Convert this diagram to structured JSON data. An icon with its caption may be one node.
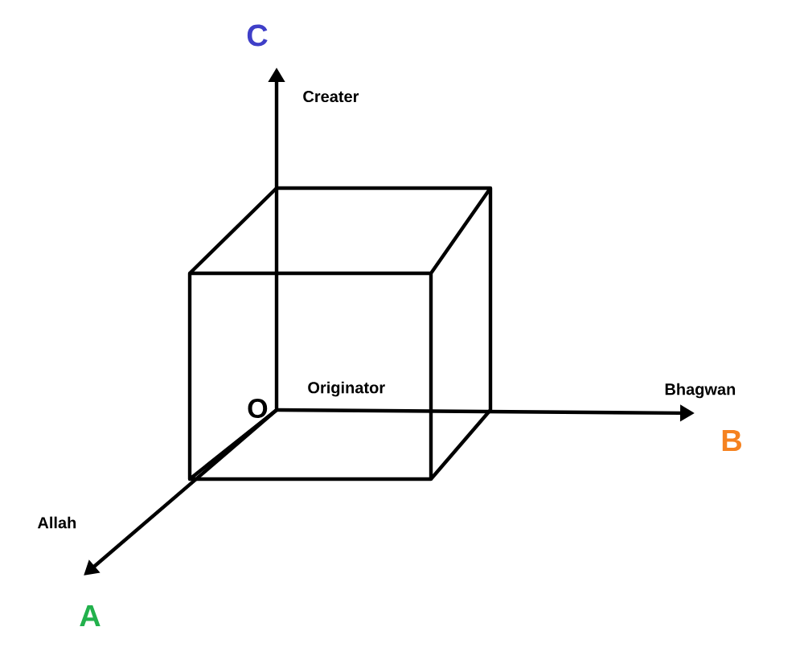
{
  "diagram": {
    "nodes": [
      {
        "text": [
          "O"
        ],
        "beside": [
          "Originator"
        ]
      },
      {
        "text": [
          "A"
        ]
      },
      {
        "text": [
          "B"
        ]
      },
      {
        "text": [
          "C"
        ]
      }
    ],
    "edges": [
      {
        "from": 0,
        "to": 3,
        "arrow": "to",
        "label": "Creater"
      },
      {
        "from": 0,
        "to": 2,
        "arrow": "to",
        "label": "Bhagwan"
      },
      {
        "from": 0,
        "to": 1,
        "arrow": "to",
        "label": "Allah"
      }
    ]
  }
}
